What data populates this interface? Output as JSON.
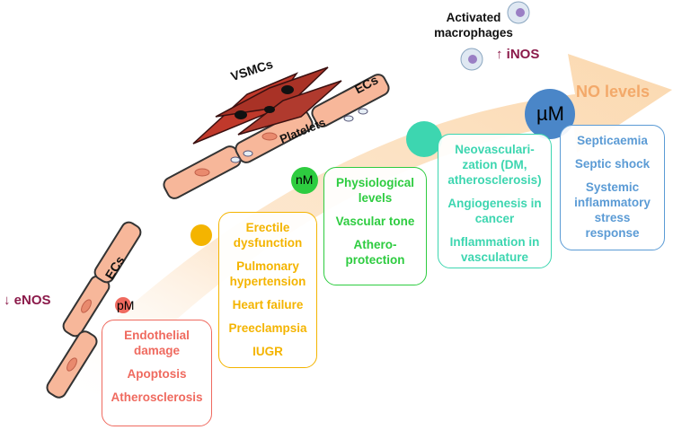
{
  "levels_title": "NO levels",
  "concentrations": {
    "pico": "pM",
    "nano": "nM",
    "micro": "µM"
  },
  "labels": {
    "vsmcs": "VSMCs",
    "ecs_top": "ECs",
    "ecs_left": "ECs",
    "platelets": "Platelets",
    "activated_macrophages": "Activated macrophages",
    "inos": "↑ iNOS",
    "enos": "↓ eNOS"
  },
  "boxes": {
    "pm": [
      "Endothelial damage",
      "Apoptosis",
      "Atherosclerosis"
    ],
    "erectile": [
      "Erectile dysfunction",
      "Pulmonary hypertension",
      "Heart failure",
      "Preeclampsia",
      "IUGR"
    ],
    "nm": [
      "Physiological levels",
      "Vascular tone",
      "Athero-protection"
    ],
    "neo": [
      "Neovasculari-zation (DM, atherosclerosis)",
      "Angiogenesis in cancer",
      "Inflammation in vasculature"
    ],
    "um": [
      "Septicaemia",
      "Septic shock",
      "Systemic inflammatory stress response"
    ]
  },
  "colors": {
    "red": "#ef6a5f",
    "yellow": "#f4b400",
    "green": "#2ecc40",
    "teal": "#3dd6b0",
    "blue": "#5b9bd5",
    "arrow": "#fce4c8",
    "enos": "#8b1a4a"
  }
}
